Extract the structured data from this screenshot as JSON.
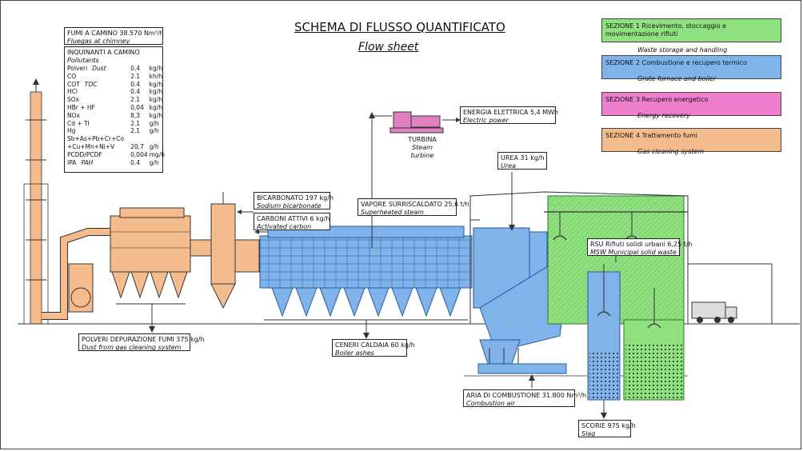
{
  "title": "SCHEMA DI FLUSSO QUANTIFICATO",
  "subtitle": "Flow sheet",
  "colors": {
    "section1": "#8fe07f",
    "section2": "#7fb3ea",
    "section3": "#ee7fce",
    "section4": "#f4bc8c",
    "machinery_pink": "#e080c0"
  },
  "sections": [
    {
      "label": "SEZIONE 1",
      "it": "Ricevimento, stoccaggio e movimentazione rifiuti",
      "en": "Waste storage and handling"
    },
    {
      "label": "SEZIONE 2",
      "it": "Combustione e recupero termico",
      "en": "Grate furnace and boiler"
    },
    {
      "label": "SEZIONE 3",
      "it": "Recupero energetico",
      "en": "Energy recovery"
    },
    {
      "label": "SEZIONE 4",
      "it": "Trattamento fumi",
      "en": "Gas cleaning system"
    }
  ],
  "chimney": {
    "it": "FUMI A CAMINO 38.570 Nm³/h",
    "en": "Fluegas at chimney",
    "pollutants_it": "INQUINANTI A CAMINO",
    "pollutants_en": "Pollutants",
    "rows": [
      {
        "name": "Polveri",
        "name_en": "Dust",
        "value": "0,4",
        "unit": "kg/h"
      },
      {
        "name": "CO",
        "name_en": "",
        "value": "2.1",
        "unit": "kh/h"
      },
      {
        "name": "COT",
        "name_en": "TOC",
        "value": "0.4",
        "unit": "kg/h"
      },
      {
        "name": "HCl",
        "name_en": "",
        "value": "0.4",
        "unit": "kg/h"
      },
      {
        "name": "SOx",
        "name_en": "",
        "value": "2.1",
        "unit": "kg/h"
      },
      {
        "name": "HBr + HF",
        "name_en": "",
        "value": "0,04",
        "unit": "kg/h"
      },
      {
        "name": "NOx",
        "name_en": "",
        "value": "8,3",
        "unit": "kg/h"
      },
      {
        "name": "Cd + Tl",
        "name_en": "",
        "value": "2.1",
        "unit": "g/h"
      },
      {
        "name": "Hg",
        "name_en": "",
        "value": "2.1",
        "unit": "g/h"
      },
      {
        "name": "Sb+As+Pb+Cr+Co",
        "name_en": "",
        "value": "",
        "unit": ""
      },
      {
        "name": "+Cu+Mn+Ni+V",
        "name_en": "",
        "value": "20,7",
        "unit": "g/h"
      },
      {
        "name": "PCDD/PCDF",
        "name_en": "",
        "value": "0,004",
        "unit": "mg/h"
      },
      {
        "name": "IPA",
        "name_en": "PAH",
        "value": "0.4",
        "unit": "g/h"
      }
    ]
  },
  "labels": {
    "energia": {
      "it": "ENERGIA ELETTRICA 5,4 MWh",
      "en": "Electric power"
    },
    "turbina": {
      "it": "TURBINA",
      "en": "Steam turbine"
    },
    "bicarbonato": {
      "it": "BICARBONATO 197 kg/h",
      "en": "Sodium bicarbonate"
    },
    "carboni": {
      "it": "CARBONI ATTIVI 6 kg/h",
      "en": "Activated carbon"
    },
    "vapore": {
      "it": "VAPORE SURRISCALDATO 25,6 t/h",
      "en": "Superheated steam"
    },
    "urea": {
      "it": "UREA 31 kg/h",
      "en": "Urea"
    },
    "rsu": {
      "it": "RSU Rifiuti solidi urbani 6,25 t/h",
      "en": "MSW Municipal solid waste"
    },
    "polveri": {
      "it": "POLVERI DEPURAZIONE FUMI 375 kg/h",
      "en": "Dust from gas cleaning system"
    },
    "ceneri": {
      "it": "CENERI CALDAIA 60 kg/h",
      "en": "Boiler ashes"
    },
    "aria": {
      "it": "ARIA DI COMBUSTIONE 31.800 Nm³/h",
      "en": "Combustion air"
    },
    "scorie": {
      "it": "SCORIE 975 kg/h",
      "en": "Slag"
    }
  }
}
